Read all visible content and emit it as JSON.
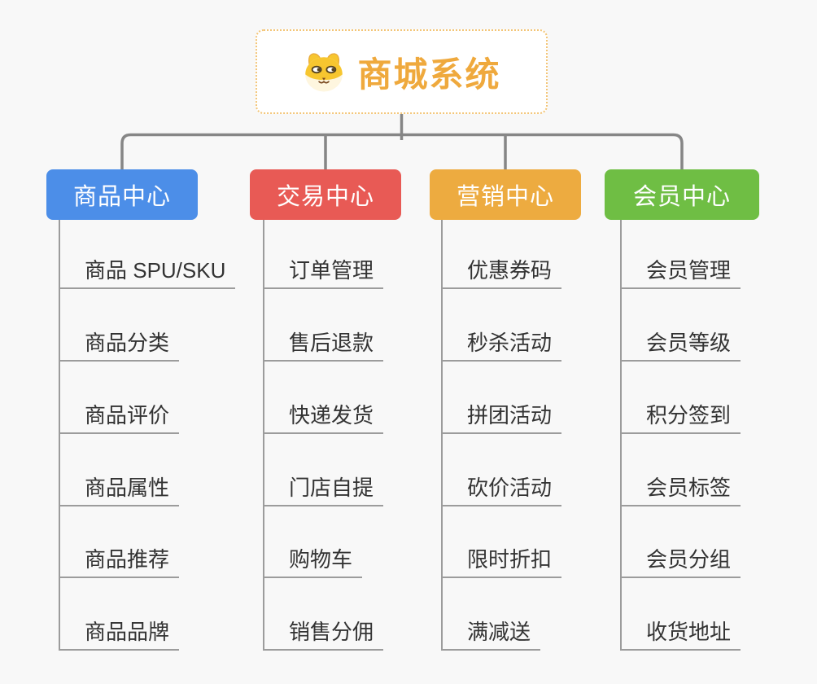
{
  "root": {
    "title": "商城系统",
    "title_color": "#efa93d",
    "icon": "shiba-dog-icon"
  },
  "branches": [
    {
      "label": "商品中心",
      "color": "#4c8ee8",
      "items": [
        "商品 SPU/SKU",
        "商品分类",
        "商品评价",
        "商品属性",
        "商品推荐",
        "商品品牌"
      ]
    },
    {
      "label": "交易中心",
      "color": "#e85a55",
      "items": [
        "订单管理",
        "售后退款",
        "快递发货",
        "门店自提",
        "购物车",
        "销售分佣"
      ]
    },
    {
      "label": "营销中心",
      "color": "#edab40",
      "items": [
        "优惠券码",
        "秒杀活动",
        "拼团活动",
        "砍价活动",
        "限时折扣",
        "满减送"
      ]
    },
    {
      "label": "会员中心",
      "color": "#6fbe44",
      "items": [
        "会员管理",
        "会员等级",
        "积分签到",
        "会员标签",
        "会员分组",
        "收货地址"
      ]
    }
  ],
  "colors": {
    "canvas_background": "#f8f8f8",
    "connector_line": "#868686",
    "underline": "#9c9c9c",
    "leaf_text": "#333333",
    "root_border": "#f3c577"
  }
}
